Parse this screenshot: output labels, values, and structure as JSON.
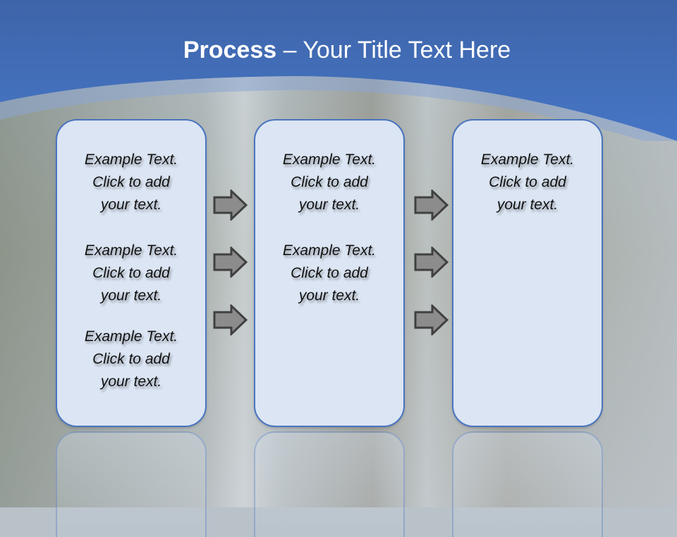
{
  "slide": {
    "title_bold": "Process",
    "title_rest": " – Your Title Text Here",
    "colors": {
      "header_blue": "#4472c4",
      "box_fill": "#dbe5f3",
      "box_border": "#4a74c0",
      "arrow_fill": "#8c8c8c",
      "arrow_border": "#404040"
    }
  },
  "columns": [
    {
      "items": [
        {
          "line1": "Example Text.",
          "line2": "Click  to add",
          "line3": "your text."
        },
        {
          "line1": "Example Text.",
          "line2": "Click  to add",
          "line3": "your text."
        },
        {
          "line1": "Example Text.",
          "line2": "Click  to add",
          "line3": "your text."
        }
      ]
    },
    {
      "items": [
        {
          "line1": "Example Text.",
          "line2": "Click  to add",
          "line3": "your text."
        },
        {
          "line1": "Example Text.",
          "line2": "Click  to add",
          "line3": "your text."
        }
      ]
    },
    {
      "items": [
        {
          "line1": "Example Text.",
          "line2": "Click  to add",
          "line3": "your text."
        }
      ]
    }
  ],
  "arrows": {
    "icon": "right-arrow-icon",
    "count_per_gap": 3
  }
}
